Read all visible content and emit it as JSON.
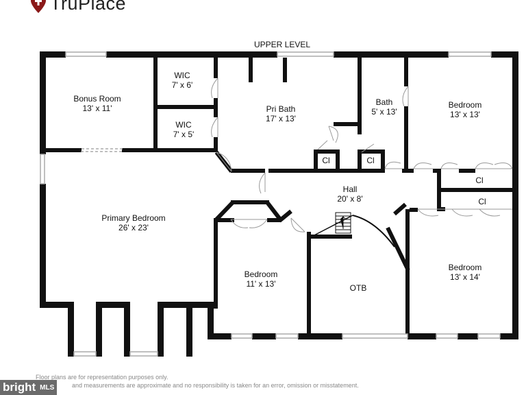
{
  "brand": {
    "name": "TruPlace",
    "icon": "location-pin-icon",
    "color": "#8b1a1a"
  },
  "plan": {
    "level_label": "UPPER LEVEL",
    "rooms": [
      {
        "id": "bonus-room",
        "name": "Bonus Room",
        "size": "13' x 11'"
      },
      {
        "id": "wic-1",
        "name": "WIC",
        "size": "7' x 6'"
      },
      {
        "id": "wic-2",
        "name": "WIC",
        "size": "7' x 5'"
      },
      {
        "id": "pri-bath",
        "name": "Pri Bath",
        "size": "17' x 13'"
      },
      {
        "id": "bath",
        "name": "Bath",
        "size": "5' x 13'"
      },
      {
        "id": "bedroom-ne",
        "name": "Bedroom",
        "size": "13' x 13'"
      },
      {
        "id": "primary-bedroom",
        "name": "Primary Bedroom",
        "size": "26' x 23'"
      },
      {
        "id": "hall",
        "name": "Hall",
        "size": "20' x 8'"
      },
      {
        "id": "bedroom-s",
        "name": "Bedroom",
        "size": "11' x 13'"
      },
      {
        "id": "otb",
        "name": "OTB",
        "size": ""
      },
      {
        "id": "bedroom-se",
        "name": "Bedroom",
        "size": "13' x 14'"
      }
    ],
    "closets": [
      "Cl",
      "Cl",
      "Cl",
      "Cl"
    ]
  },
  "disclaimer": {
    "line1": "Floor plans are for representation purposes only.",
    "line2": "and measurements are approximate and no responsibility is taken for an error, omission or misstatement."
  },
  "watermark": {
    "main": "bright",
    "sub": "MLS"
  },
  "colors": {
    "wall": "#111111",
    "window": "#bbbbbb",
    "door": "#999999"
  }
}
